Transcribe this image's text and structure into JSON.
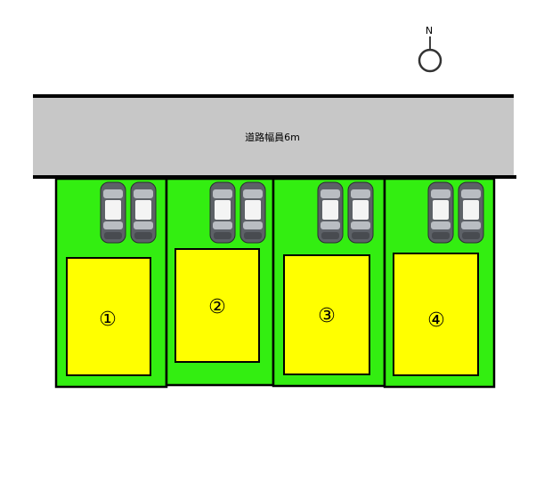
{
  "compass": {
    "letter": "N"
  },
  "road": {
    "label": "道路幅員6m"
  },
  "colors": {
    "road": "#c7c7c7",
    "lot": "#33ee11",
    "building": "#ffff00",
    "outline": "#000000",
    "car": "#6e7278"
  },
  "lots": [
    {
      "label": "①",
      "cars": 2
    },
    {
      "label": "②",
      "cars": 2
    },
    {
      "label": "③",
      "cars": 2
    },
    {
      "label": "④",
      "cars": 2
    }
  ]
}
